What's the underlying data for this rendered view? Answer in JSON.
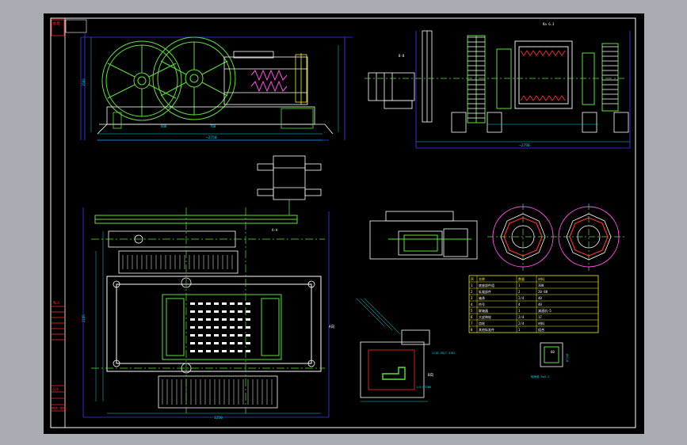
{
  "drawing": {
    "title_block_top": "学号",
    "side_label_top": "私人",
    "side_label_bottom": "审核 批准",
    "rev_label": "设计",
    "note_top_right": "Ra 6.3",
    "note_left_a": "B-B",
    "note_left_b": "A-A",
    "dim_overall_top": "~2790",
    "dim_overall_left": "~2750",
    "dim_base_width": "1250",
    "dim_1580": "1580",
    "dim_2185": "2185",
    "dim_600": "600",
    "dim_760": "760",
    "label_section": "A向",
    "label_sec2": "B向",
    "detail_caption_1": "1:10 GB/T 5782",
    "detail_caption_2": "1:5 HT200",
    "small_box_caption": "轴承座 Ra3.2",
    "small_box_label": "60",
    "small_box_sub": "H7/k6"
  },
  "parts_table": {
    "header": [
      "序",
      "名称",
      "数量",
      "材料"
    ],
    "rows": [
      [
        "1",
        "底座部件组",
        "1",
        "300"
      ],
      [
        "2",
        "轧辊部件",
        "2",
        "20-88"
      ],
      [
        "3",
        "轴承",
        "2/4",
        "40"
      ],
      [
        "4",
        "符号",
        "4",
        "40"
      ],
      [
        "5",
        "联轴器",
        "1",
        "减速机-5"
      ],
      [
        "6",
        "大皮带轮",
        "2/4",
        "17"
      ],
      [
        "7",
        "齿轮",
        "2/4",
        "材料"
      ],
      [
        "8",
        "其他标准件",
        "1",
        "组合"
      ]
    ]
  },
  "colors": {
    "border": "#ffffff",
    "primary": "#5ce13c",
    "frame": "#3a3aff",
    "dims": "#00d8e8",
    "magenta": "#ff4de0",
    "red": "#ff2a2a",
    "yellow": "#f0f020"
  }
}
